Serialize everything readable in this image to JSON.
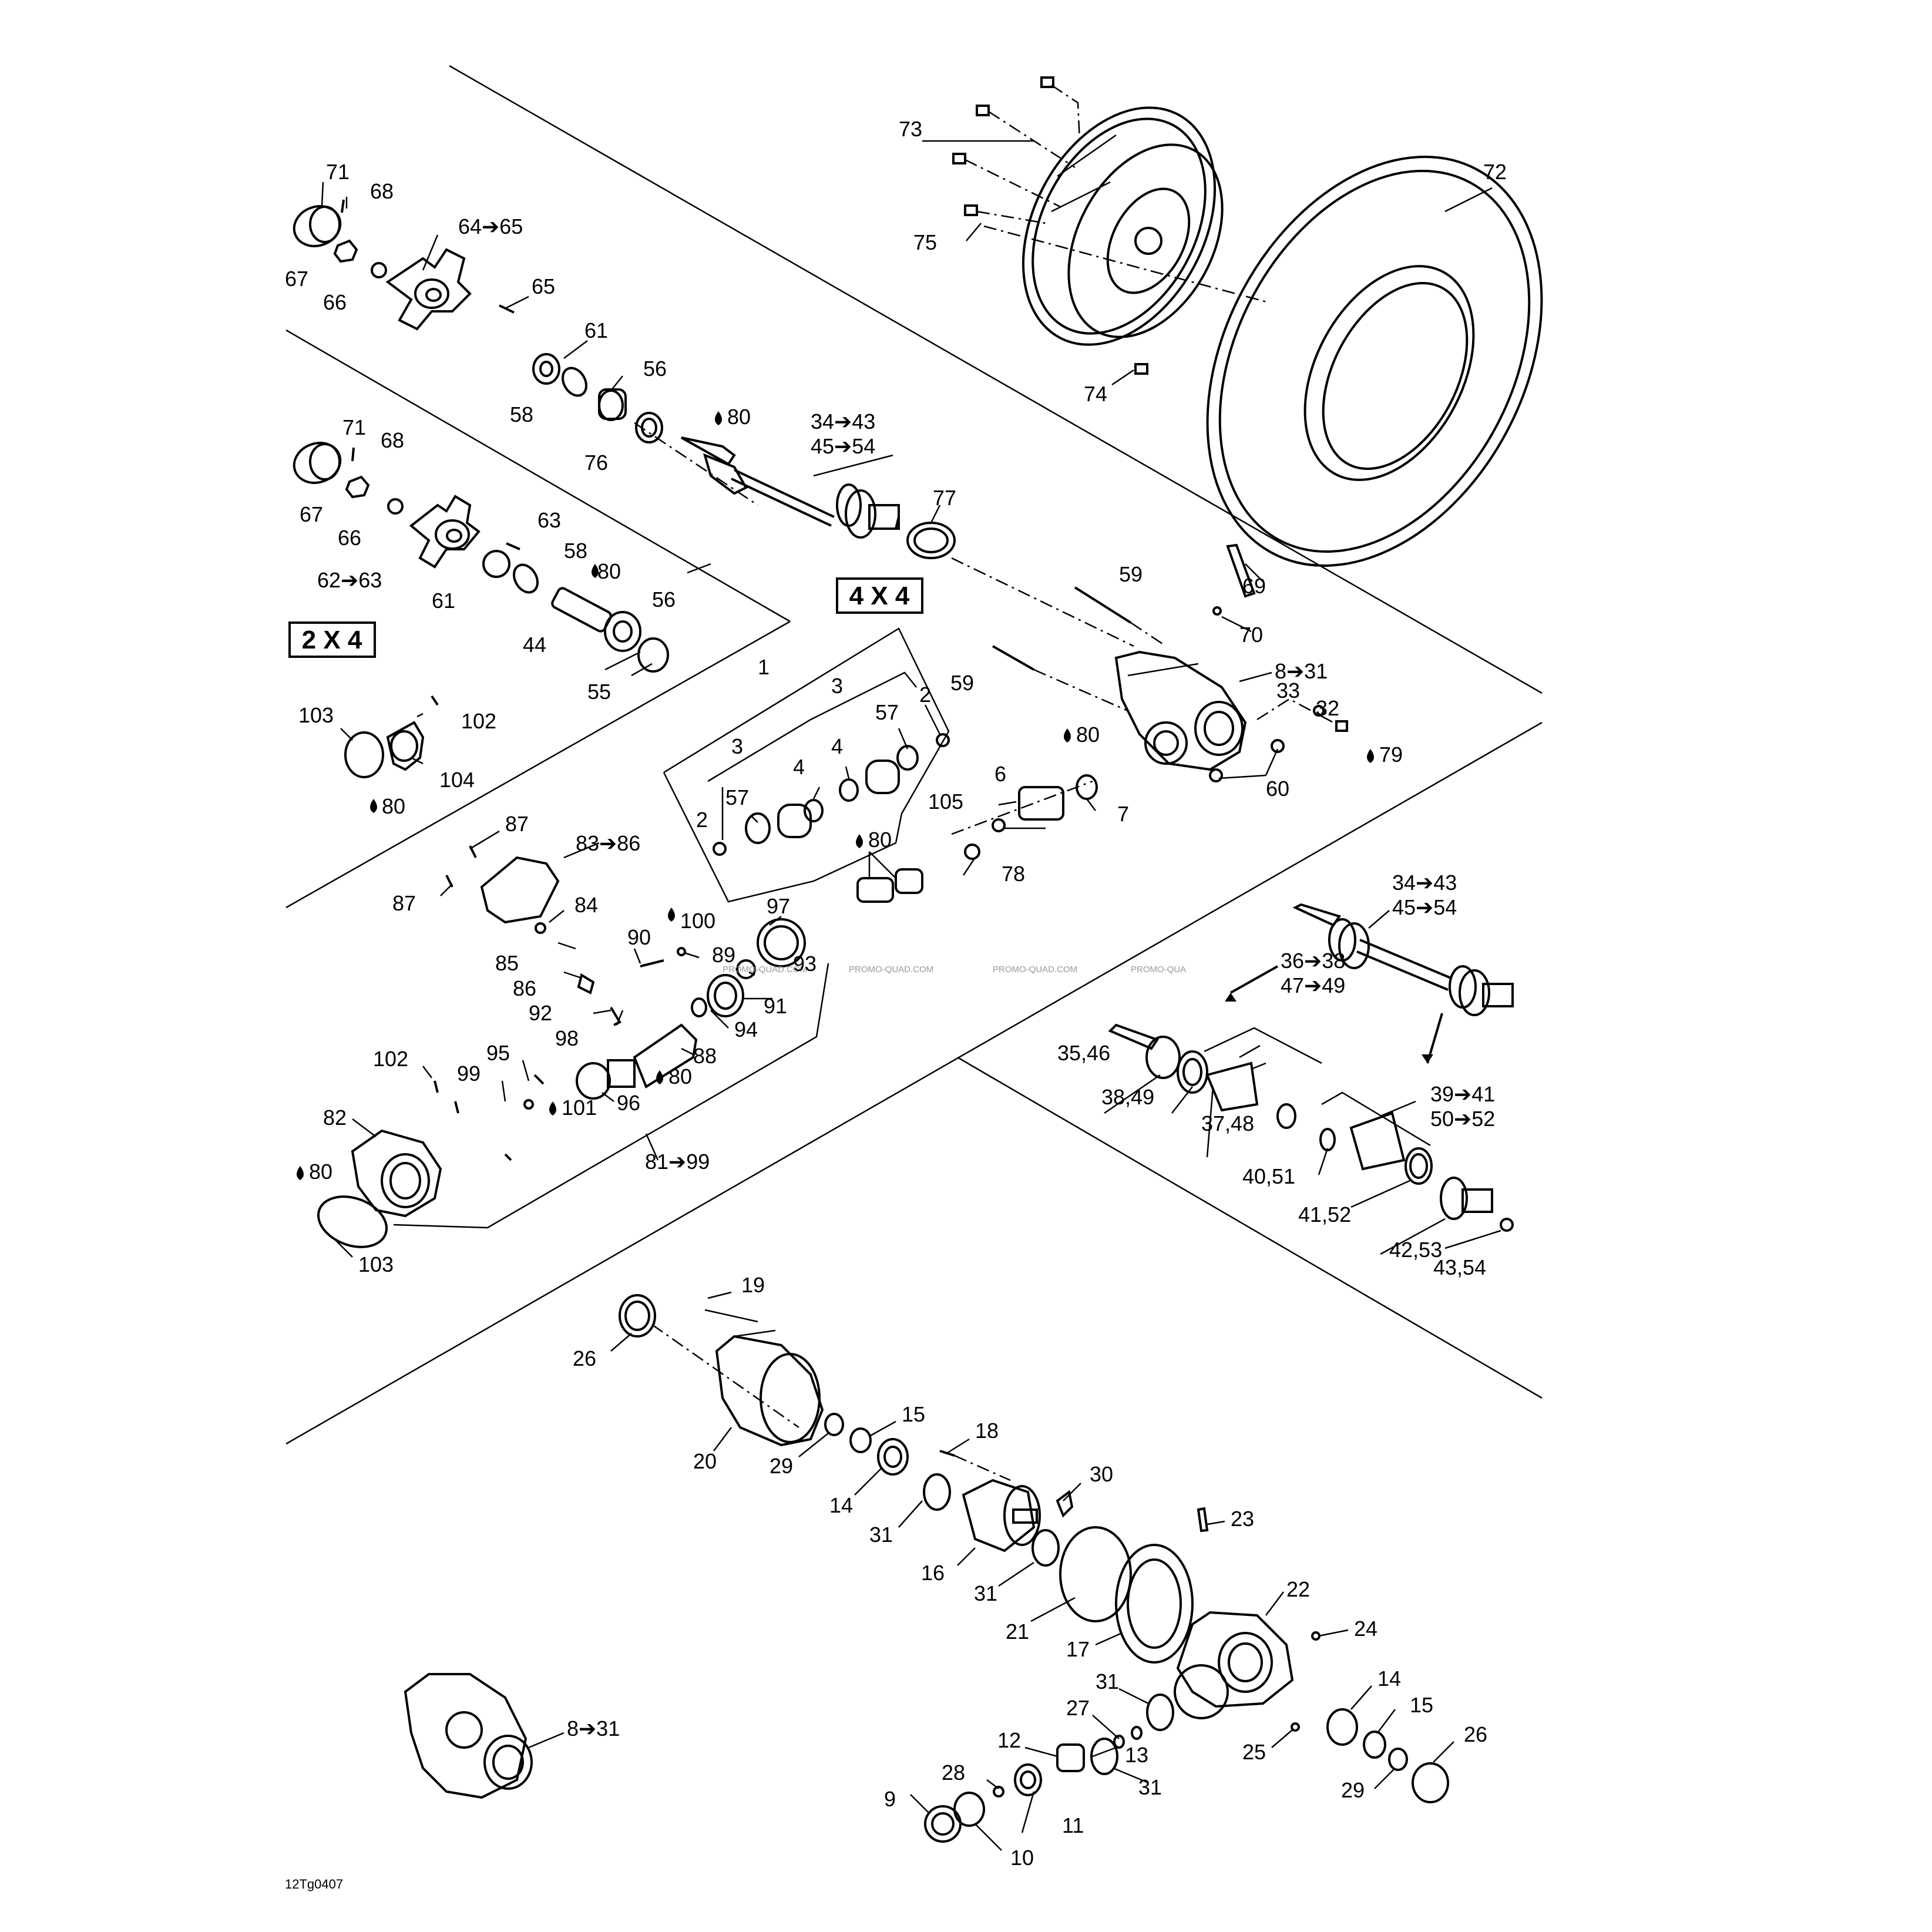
{
  "diagram": {
    "drawing_code": "12Tg0407",
    "variant_labels": {
      "two_wd": "2 X 4",
      "four_wd": "4 X 4"
    },
    "watermarks": [
      "PROMO-QUAD.COM",
      "PROMO-QUAD.COM",
      "PROMO-QUAD.COM",
      "PROMO-QUA"
    ],
    "labels": {
      "l1": "1",
      "l2a": "2",
      "l2b": "2",
      "l3a": "3",
      "l3b": "3",
      "l4a": "4",
      "l4b": "4",
      "l6": "6",
      "l7": "7",
      "l8_31a": "8➔31",
      "l8_31b": "8➔31",
      "l9": "9",
      "l10": "10",
      "l11": "11",
      "l12": "12",
      "l13": "13",
      "l14a": "14",
      "l14b": "14",
      "l15a": "15",
      "l15b": "15",
      "l16": "16",
      "l17": "17",
      "l18": "18",
      "l19": "19",
      "l20": "20",
      "l21": "21",
      "l22": "22",
      "l23": "23",
      "l24": "24",
      "l25": "25",
      "l26a": "26",
      "l26b": "26",
      "l27": "27",
      "l28": "28",
      "l29a": "29",
      "l29b": "29",
      "l30": "30",
      "l31a": "31",
      "l31b": "31",
      "l31c": "31",
      "l31d": "31",
      "l32": "32",
      "l33": "33",
      "l34_43a": "34➔43",
      "l45_54a": "45➔54",
      "l34_43b": "34➔43",
      "l45_54b": "45➔54",
      "l35_46": "35,46",
      "l36_38": "36➔38",
      "l47_49": "47➔49",
      "l37_48": "37,48",
      "l38_49": "38,49",
      "l39_41": "39➔41",
      "l50_52": "50➔52",
      "l40_51": "40,51",
      "l41_52": "41,52",
      "l42_53": "42,53",
      "l43_54": "43,54",
      "l44": "44",
      "l55": "55",
      "l56a": "56",
      "l56b": "56",
      "l57a": "57",
      "l57b": "57",
      "l58a": "58",
      "l58b": "58",
      "l59a": "59",
      "l59b": "59",
      "l60": "60",
      "l61a": "61",
      "l61b": "61",
      "l62_63": "62➔63",
      "l63": "63",
      "l64_65": "64➔65",
      "l65": "65",
      "l66a": "66",
      "l66b": "66",
      "l67a": "67",
      "l67b": "67",
      "l68a": "68",
      "l68b": "68",
      "l69": "69",
      "l70": "70",
      "l71a": "71",
      "l71b": "71",
      "l72": "72",
      "l73": "73",
      "l74": "74",
      "l75": "75",
      "l76": "76",
      "l77": "77",
      "l78": "78",
      "l79": "79",
      "l80a": "80",
      "l80b": "80",
      "l80c": "80",
      "l80d": "80",
      "l80e": "80",
      "l80f": "80",
      "l80g": "80",
      "l81_99": "81➔99",
      "l82": "82",
      "l83_86": "83➔86",
      "l84": "84",
      "l85": "85",
      "l86": "86",
      "l87a": "87",
      "l87b": "87",
      "l88": "88",
      "l89": "89",
      "l90": "90",
      "l91": "91",
      "l92": "92",
      "l93": "93",
      "l94": "94",
      "l95": "95",
      "l96": "96",
      "l97": "97",
      "l98": "98",
      "l99": "99",
      "l100": "100",
      "l101": "101",
      "l102a": "102",
      "l102b": "102",
      "l103a": "103",
      "l103b": "103",
      "l104": "104",
      "l105": "105"
    }
  }
}
